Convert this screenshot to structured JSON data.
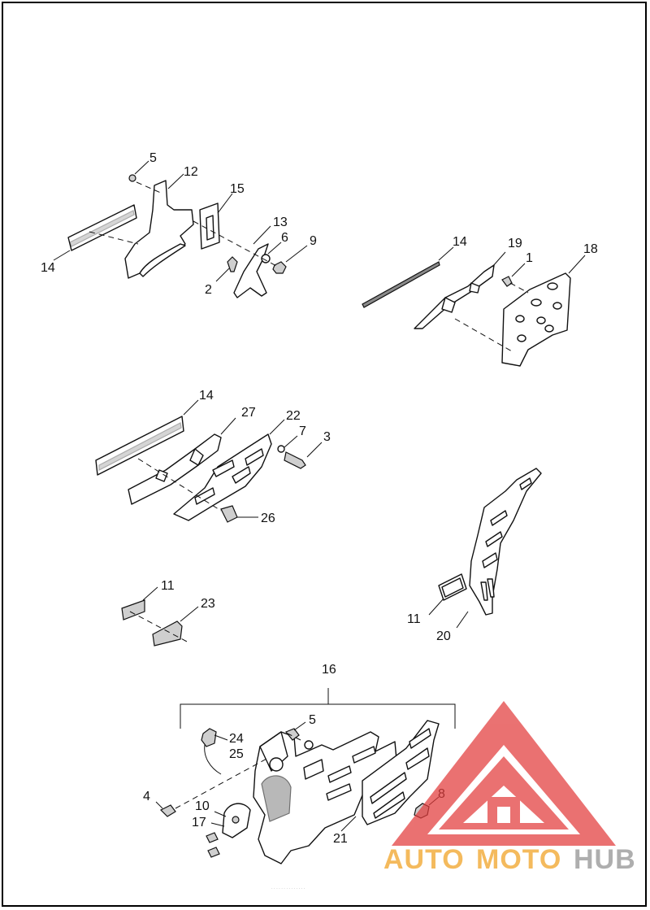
{
  "diagram": {
    "callouts": {
      "a_5": "5",
      "a_12": "12",
      "a_15": "15",
      "a_14": "14",
      "a_13": "13",
      "a_6": "6",
      "a_9": "9",
      "a_2": "2",
      "b_14": "14",
      "b_19": "19",
      "b_18": "18",
      "b_1": "1",
      "c_14": "14",
      "c_27": "27",
      "c_22": "22",
      "c_7": "7",
      "c_3": "3",
      "c_26": "26",
      "d_11": "11",
      "d_23": "23",
      "e_11": "11",
      "e_20": "20",
      "f_16": "16",
      "f_5": "5",
      "f_24": "24",
      "f_25": "25",
      "f_4": "4",
      "f_10": "10",
      "f_17": "17",
      "f_21": "21",
      "f_8": "8"
    },
    "caption": "· · · · · · · · · · · · · ·"
  },
  "watermark": {
    "logo_text_part1": "AUTO",
    "logo_text_part2": "MOTO",
    "logo_text_part3": "HUB",
    "colors": {
      "red": "#e23b3b",
      "orange": "#f0a020",
      "gray": "#8f8f8f"
    }
  }
}
